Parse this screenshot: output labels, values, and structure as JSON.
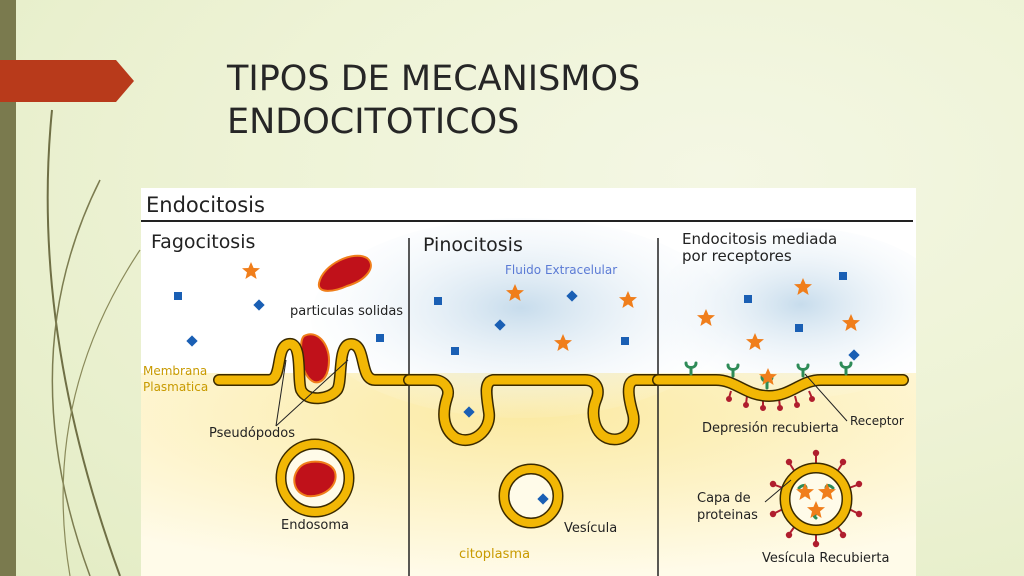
{
  "slide": {
    "title_line1": "TIPOS DE MECANISMOS",
    "title_line2": "ENDOCITOTICOS"
  },
  "figure": {
    "heading": "Endocitosis",
    "panels": {
      "fagocitosis": {
        "title": "Fagocitosis",
        "particles_label": "particulas solidas",
        "membrane_line1": "Membrana",
        "membrane_line2": "Plasmatica",
        "pseudopods_label": "Pseudópodos",
        "endosome_label": "Endosoma"
      },
      "pinocitosis": {
        "title": "Pinocitosis",
        "fluid_label": "Fluido Extracelular",
        "vesicle_label": "Vesícula",
        "cytoplasm_label": "citoplasma"
      },
      "receptores": {
        "title_line1": "Endocitosis mediada",
        "title_line2": "por receptores",
        "coated_pit_label": "Depresión recubierta",
        "receptor_label": "Receptor",
        "protein_line1": "Capa de",
        "protein_line2": "proteinas",
        "coated_vesicle_label": "Vesícula Recubierta"
      }
    }
  },
  "colors": {
    "membrane": "#f2b705",
    "membrane_outline": "#3a2a00",
    "particle": "#c0111a",
    "star": "#f07e1b",
    "molecule": "#1a5fb4",
    "receptor": "#2e8b57",
    "coat": "#b01e2e",
    "cytoplasm": "#fdf3c4",
    "fluid": "#cfe2ef",
    "label_yellow": "#c89a00",
    "label_blue": "#5b7bd5",
    "accent": "#b83a1b"
  }
}
